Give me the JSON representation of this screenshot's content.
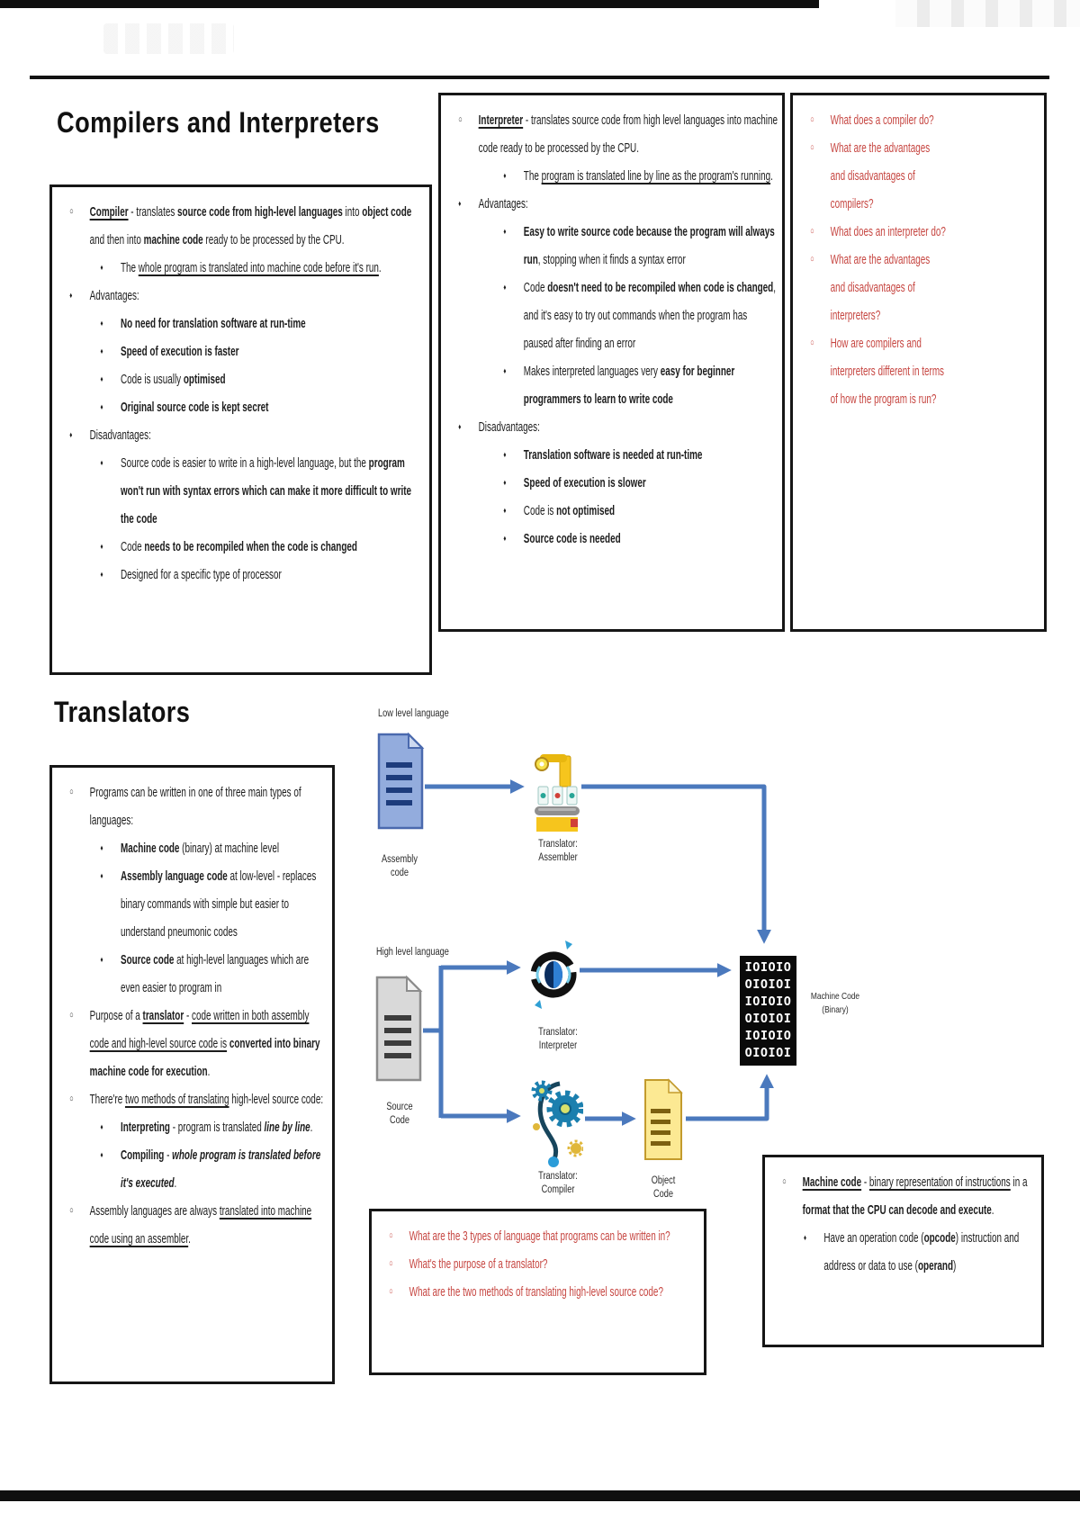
{
  "page": {
    "section1_title": "Compilers and Interpreters",
    "section2_title": "Translators"
  },
  "colors": {
    "accent_red": "#c64540",
    "arrow_blue": "#4b79bd",
    "border_black": "#161616"
  },
  "compiler_box": {
    "bullets": [
      {
        "lv": 1,
        "m": "o",
        "seg": [
          {
            "t": "Compiler",
            "b": true,
            "u": true
          },
          {
            "t": " - translates "
          },
          {
            "t": "source code from high-level languages",
            "b": true
          },
          {
            "t": " into "
          },
          {
            "t": "object code",
            "b": true
          },
          {
            "t": " and then into "
          },
          {
            "t": "machine code",
            "b": true
          },
          {
            "t": " ready to be processed by the CPU."
          }
        ]
      },
      {
        "lv": 2,
        "m": "d",
        "seg": [
          {
            "t": "The "
          },
          {
            "t": "whole program is translated into machine code before it's run",
            "u": true
          },
          {
            "t": "."
          }
        ]
      },
      {
        "lv": 1,
        "m": "d",
        "seg": [
          {
            "t": "Advantages:"
          }
        ]
      },
      {
        "lv": 2,
        "m": "d",
        "seg": [
          {
            "t": "No need for translation software at run-time",
            "b": true
          }
        ]
      },
      {
        "lv": 2,
        "m": "d",
        "seg": [
          {
            "t": "Speed of execution is faster",
            "b": true
          }
        ]
      },
      {
        "lv": 2,
        "m": "d",
        "seg": [
          {
            "t": "Code is usually "
          },
          {
            "t": "optimised",
            "b": true
          }
        ]
      },
      {
        "lv": 2,
        "m": "d",
        "seg": [
          {
            "t": "Original source code is kept secret",
            "b": true
          }
        ]
      },
      {
        "lv": 1,
        "m": "d",
        "seg": [
          {
            "t": "Disadvantages:"
          }
        ]
      },
      {
        "lv": 2,
        "m": "d",
        "seg": [
          {
            "t": "Source code is easier to write in a high-level language, but the "
          },
          {
            "t": "program won't run with syntax errors which can make it more difficult to write the code",
            "b": true
          }
        ]
      },
      {
        "lv": 2,
        "m": "d",
        "seg": [
          {
            "t": "Code "
          },
          {
            "t": "needs to be recompiled when the code is changed",
            "b": true
          }
        ]
      },
      {
        "lv": 2,
        "m": "d",
        "seg": [
          {
            "t": "Designed for a specific type of processor"
          }
        ]
      }
    ]
  },
  "interpreter_box": {
    "bullets": [
      {
        "lv": 1,
        "m": "o",
        "seg": [
          {
            "t": "Interpreter",
            "b": true,
            "u": true
          },
          {
            "t": " - translates source code from high level languages into machine code ready to be processed by the CPU."
          }
        ]
      },
      {
        "lv": 2,
        "m": "d",
        "seg": [
          {
            "t": "The "
          },
          {
            "t": "program is translated line by line as the program's running",
            "u": true
          },
          {
            "t": "."
          }
        ]
      },
      {
        "lv": 1,
        "m": "d",
        "seg": [
          {
            "t": "Advantages:"
          }
        ]
      },
      {
        "lv": 2,
        "m": "d",
        "seg": [
          {
            "t": "Easy to write source code because the program will always run",
            "b": true
          },
          {
            "t": ", stopping when it finds a syntax error"
          }
        ]
      },
      {
        "lv": 2,
        "m": "d",
        "seg": [
          {
            "t": "Code "
          },
          {
            "t": "doesn't need to be recompiled when code is changed",
            "b": true
          },
          {
            "t": ", and it's easy to try out commands when the program has paused after finding an error"
          }
        ]
      },
      {
        "lv": 2,
        "m": "d",
        "seg": [
          {
            "t": "Makes interpreted languages very "
          },
          {
            "t": "easy for beginner programmers to learn to write code",
            "b": true
          }
        ]
      },
      {
        "lv": 1,
        "m": "d",
        "seg": [
          {
            "t": "Disadvantages:"
          }
        ]
      },
      {
        "lv": 2,
        "m": "d",
        "seg": [
          {
            "t": "Translation software is needed at run-time",
            "b": true
          }
        ]
      },
      {
        "lv": 2,
        "m": "d",
        "seg": [
          {
            "t": "Speed of execution is slower",
            "b": true
          }
        ]
      },
      {
        "lv": 2,
        "m": "d",
        "seg": [
          {
            "t": "Code is "
          },
          {
            "t": "not optimised",
            "b": true
          }
        ]
      },
      {
        "lv": 2,
        "m": "d",
        "seg": [
          {
            "t": "Source code is needed",
            "b": true
          }
        ]
      }
    ]
  },
  "compiler_questions_box": {
    "bullets": [
      {
        "lv": 1,
        "m": "o",
        "seg": [
          {
            "t": "What does a compiler do?"
          }
        ]
      },
      {
        "lv": 1,
        "m": "o",
        "seg": [
          {
            "t": "What are the advantages and disadvantages of compilers?"
          }
        ]
      },
      {
        "lv": 1,
        "m": "o",
        "seg": [
          {
            "t": "What does an interpreter do?"
          }
        ]
      },
      {
        "lv": 1,
        "m": "o",
        "seg": [
          {
            "t": "What are the advantages and disadvantages of interpreters?"
          }
        ]
      },
      {
        "lv": 1,
        "m": "o",
        "seg": [
          {
            "t": "How are compilers and interpreters different in terms of how the program is run?"
          }
        ]
      }
    ]
  },
  "translators_box": {
    "bullets": [
      {
        "lv": 1,
        "m": "o",
        "seg": [
          {
            "t": "Programs can be written in one of three main types of languages:"
          }
        ]
      },
      {
        "lv": 2,
        "m": "d",
        "seg": [
          {
            "t": "Machine code",
            "b": true
          },
          {
            "t": " (binary) at machine level"
          }
        ]
      },
      {
        "lv": 2,
        "m": "d",
        "seg": [
          {
            "t": "Assembly language code",
            "b": true
          },
          {
            "t": " at low-level - replaces binary commands with simple but easier to understand pneumonic codes"
          }
        ]
      },
      {
        "lv": 2,
        "m": "d",
        "seg": [
          {
            "t": "Source code",
            "b": true
          },
          {
            "t": " at high-level languages which are even easier to program in"
          }
        ]
      },
      {
        "lv": 1,
        "m": "o",
        "seg": [
          {
            "t": "Purpose of a "
          },
          {
            "t": "translator",
            "b": true,
            "u": true
          },
          {
            "t": " - "
          },
          {
            "t": "code written in both assembly code and high-level source code is",
            "u": true
          },
          {
            "t": " "
          },
          {
            "t": "converted into binary machine code for execution",
            "b": true
          },
          {
            "t": "."
          }
        ]
      },
      {
        "lv": 1,
        "m": "o",
        "seg": [
          {
            "t": "There're "
          },
          {
            "t": "two methods of translating",
            "u": true
          },
          {
            "t": " high-level source code:"
          }
        ]
      },
      {
        "lv": 2,
        "m": "d",
        "seg": [
          {
            "t": "Interpreting",
            "b": true
          },
          {
            "t": " - program is translated "
          },
          {
            "t": "line by line",
            "b": true,
            "i": true
          },
          {
            "t": "."
          }
        ]
      },
      {
        "lv": 2,
        "m": "d",
        "seg": [
          {
            "t": "Compiling",
            "b": true
          },
          {
            "t": " - "
          },
          {
            "t": "whole program is translated before it's executed",
            "b": true,
            "i": true
          },
          {
            "t": "."
          }
        ]
      },
      {
        "lv": 1,
        "m": "o",
        "seg": [
          {
            "t": "Assembly languages are always "
          },
          {
            "t": "translated into machine code using an assembler",
            "u": true
          },
          {
            "t": "."
          }
        ]
      }
    ]
  },
  "translator_questions_box": {
    "bullets": [
      {
        "lv": 1,
        "m": "o",
        "seg": [
          {
            "t": "What are the 3 types of language that programs can be written in?"
          }
        ]
      },
      {
        "lv": 1,
        "m": "o",
        "seg": [
          {
            "t": "What's the purpose of a translator?"
          }
        ]
      },
      {
        "lv": 1,
        "m": "o",
        "seg": [
          {
            "t": "What are the two methods of translating high-level source code?"
          }
        ]
      }
    ]
  },
  "machine_code_box": {
    "bullets": [
      {
        "lv": 1,
        "m": "o",
        "seg": [
          {
            "t": "Machine code",
            "b": true,
            "u": true
          },
          {
            "t": " - "
          },
          {
            "t": "binary representation of instructions",
            "u": true
          },
          {
            "t": " in a "
          },
          {
            "t": "format that the CPU can decode and execute",
            "b": true
          },
          {
            "t": "."
          }
        ]
      },
      {
        "lv": 2,
        "m": "d",
        "seg": [
          {
            "t": "Have an operation code ("
          },
          {
            "t": "opcode",
            "b": true
          },
          {
            "t": ") instruction and address or data to use ("
          },
          {
            "t": "operand",
            "b": true
          },
          {
            "t": ")"
          }
        ]
      }
    ]
  },
  "diagram": {
    "low_level_label": "Low level language",
    "high_level_label": "High level language",
    "assembly_doc_label": [
      "Assembly",
      "code"
    ],
    "assembler_label": [
      "Translator:",
      "Assembler"
    ],
    "source_doc_label": [
      "Source",
      "Code"
    ],
    "interpreter_label": [
      "Translator:",
      "Interpreter"
    ],
    "compiler_label": [
      "Translator:",
      "Compiler"
    ],
    "object_doc_label": [
      "Object",
      "Code"
    ],
    "binary_label": [
      "Machine Code",
      "(Binary)"
    ],
    "binary_rows": [
      "IOIOIO",
      "OIOIOI",
      "IOIOIO",
      "OIOIOI",
      "IOIOIO",
      "OIOIOI"
    ]
  }
}
